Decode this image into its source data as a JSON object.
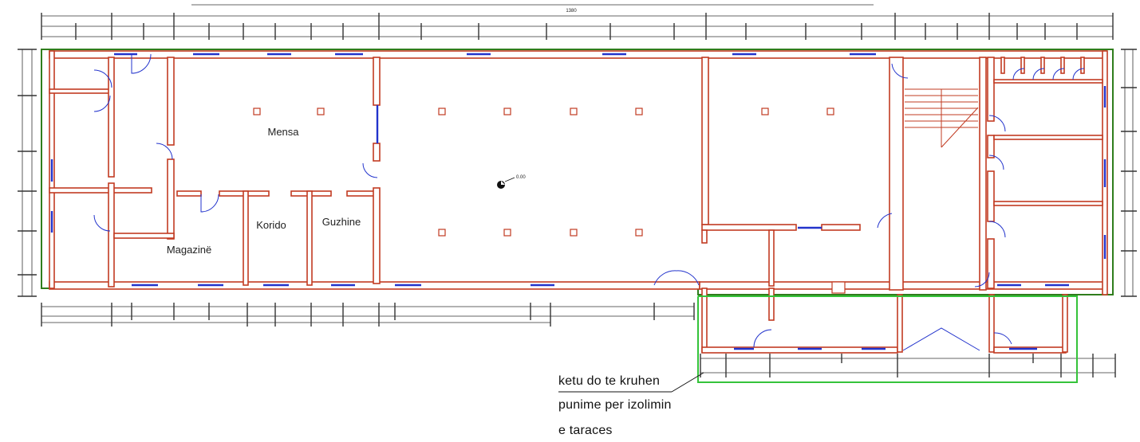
{
  "rooms": {
    "mensa": "Mensa",
    "korido": "Korido",
    "guzhine": "Guzhine",
    "magazine": "Magazinë"
  },
  "marker": {
    "label": "0.00"
  },
  "overall_dimension": "1380",
  "note_lines": [
    "ketu do te kruhen",
    "punime per izolimin",
    "e taraces"
  ],
  "colors": {
    "wall": "#c23b22",
    "outline": "#2f7d1c",
    "window": "#2233cc",
    "zone": "#35c33a",
    "dim": "#333333"
  }
}
